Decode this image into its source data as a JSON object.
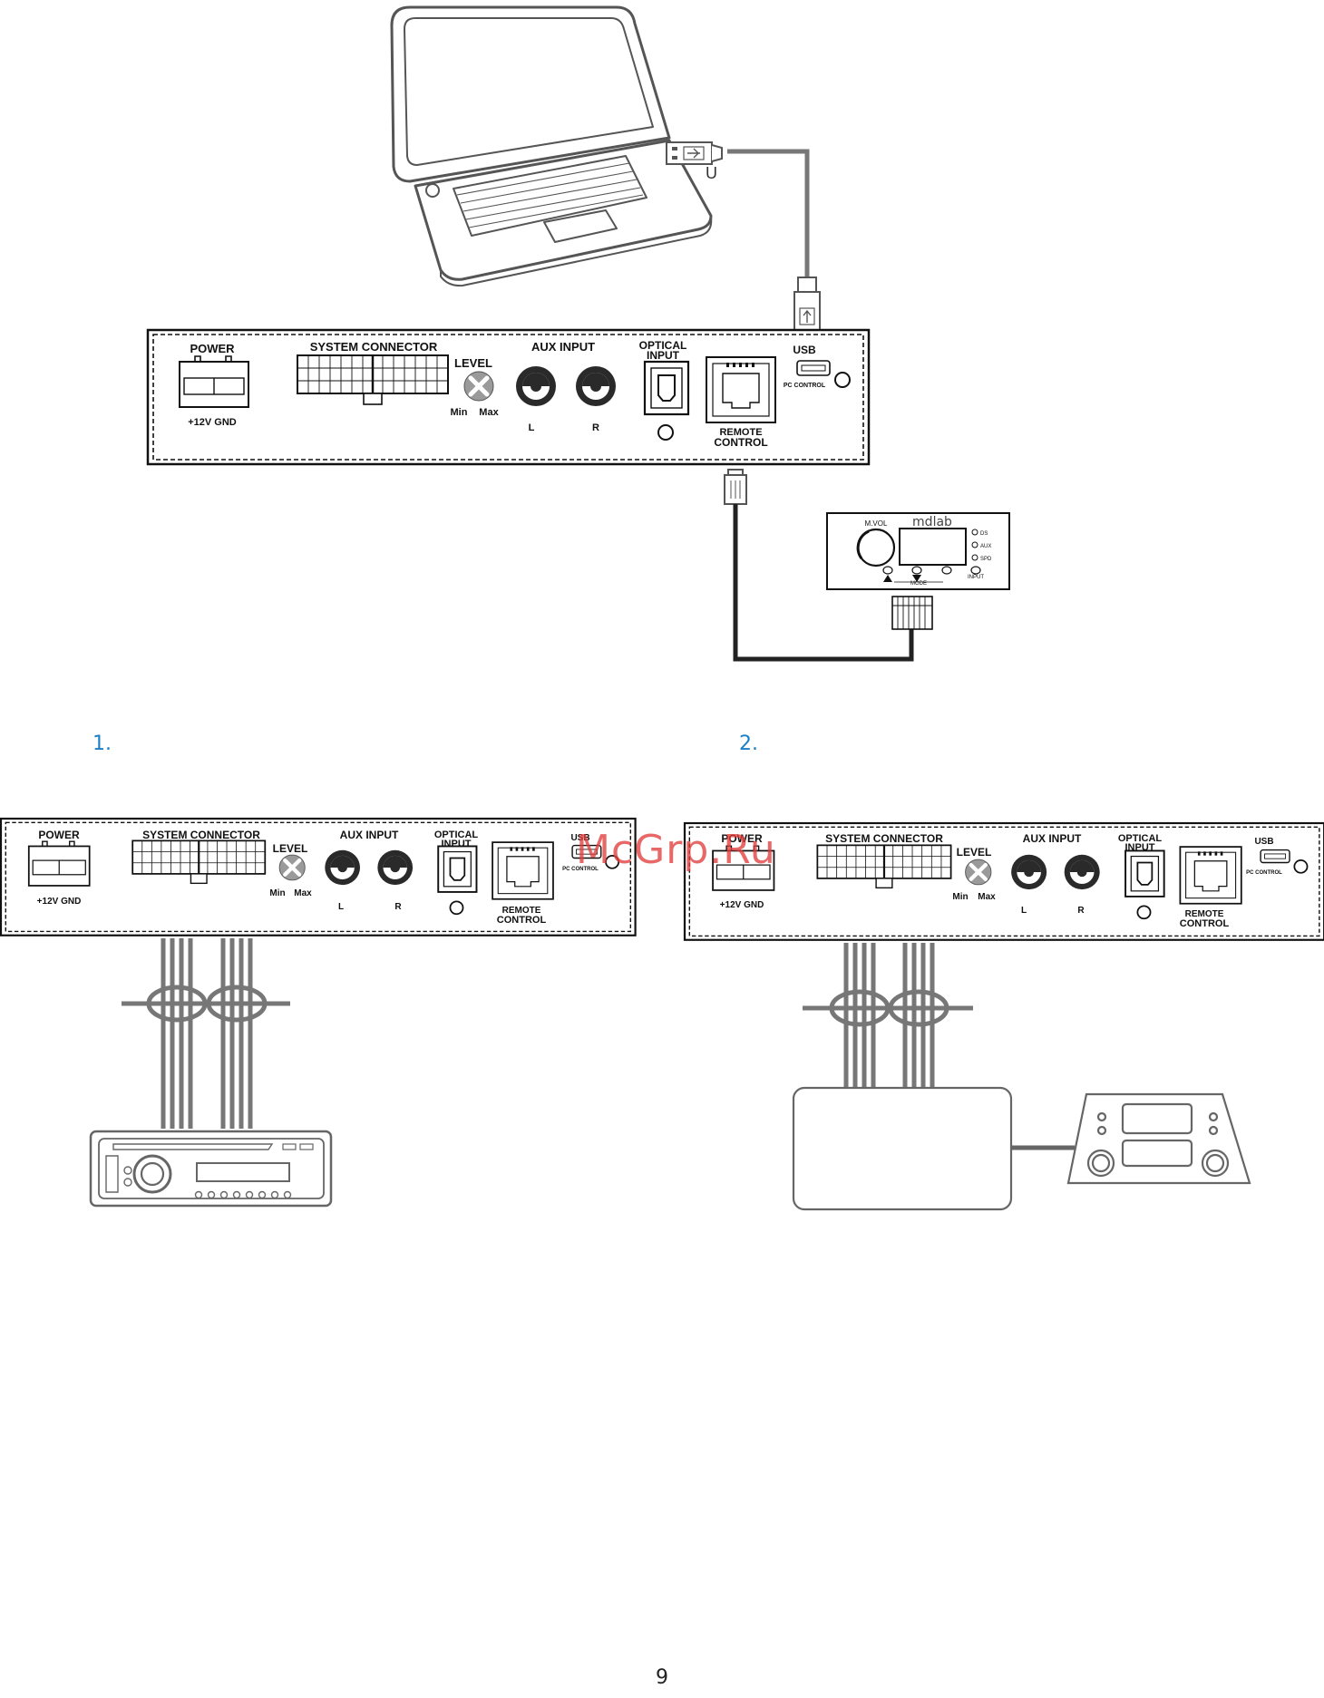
{
  "device_labels": {
    "power": "POWER",
    "power_sub": "+12V GND",
    "system_connector": "SYSTEM  CONNECTOR",
    "level": "LEVEL",
    "min": "Min",
    "max": "Max",
    "aux_input": "AUX INPUT",
    "left": "L",
    "right": "R",
    "optical_1": "OPTICAL",
    "optical_2": "INPUT",
    "remote_1": "REMOTE",
    "remote_2": "CONTROL",
    "usb": "USB",
    "pc_control": "PC CONTROL"
  },
  "usb_plug_label": "U",
  "remote_panel": {
    "brand": "mdlab",
    "knob_label": "M.VOL",
    "indicators": [
      "DS",
      "AUX",
      "SPD"
    ],
    "mode": "MODE",
    "input": "INPUT"
  },
  "steps": {
    "one": "1.",
    "two": "2."
  },
  "watermark": "McGrp.Ru",
  "page_number": "9",
  "colors": {
    "ink": "#1a1a1a",
    "grey_wire": "#777777",
    "step_blue": "#1a7fc4",
    "watermark_red": "#e03c3c"
  }
}
